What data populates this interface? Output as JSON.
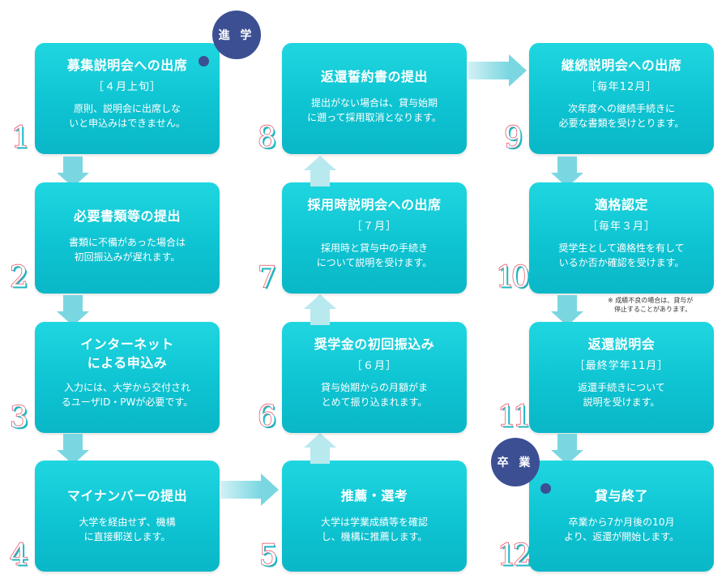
{
  "badges": {
    "start": "進 学",
    "end": "卒 業"
  },
  "steps": [
    {
      "number": "1",
      "title": "募集説明会への出席",
      "period": "［４月上旬］",
      "desc": "原則、説明会に出席しな\nいと申込みはできません。"
    },
    {
      "number": "2",
      "title": "必要書類等の提出",
      "period": "",
      "desc": "書類に不備があった場合は\n初回振込みが遅れます。"
    },
    {
      "number": "3",
      "title": "インターネット\nによる申込み",
      "period": "",
      "desc": "入力には、大学から交付され\nるユーザID・PWが必要です。"
    },
    {
      "number": "4",
      "title": "マイナンバーの提出",
      "period": "",
      "desc": "大学を経由せず、機構\nに直接郵送します。"
    },
    {
      "number": "5",
      "title": "推薦・選考",
      "period": "",
      "desc": "大学は学業成績等を確認\nし、機構に推薦します。"
    },
    {
      "number": "6",
      "title": "奨学金の初回振込み",
      "period": "［６月］",
      "desc": "貸与始期からの月額がま\nとめて振り込まれます。"
    },
    {
      "number": "7",
      "title": "採用時説明会への出席",
      "period": "［７月］",
      "desc": "採用時と貸与中の手続き\nについて説明を受けます。"
    },
    {
      "number": "8",
      "title": "返還誓約書の提出",
      "period": "",
      "desc": "提出がない場合は、貸与始期\nに遡って採用取消となります。"
    },
    {
      "number": "9",
      "title": "継続説明会への出席",
      "period": "［毎年12月］",
      "desc": "次年度への継続手続きに\n必要な書類を受けとります。"
    },
    {
      "number": "10",
      "title": "適格認定",
      "period": "［毎年３月］",
      "desc": "奨学生として適格性を有して\nいるか否か確認を受けます。"
    },
    {
      "number": "11",
      "title": "返還説明会",
      "period": "［最終学年11月］",
      "desc": "返還手続きについて\n説明を受けます。"
    },
    {
      "number": "12",
      "title": "貸与終了",
      "period": "",
      "desc": "卒業から7か月後の10月\nより、返還が開始します。"
    }
  ],
  "note": "※ 成績不良の場合は、貸与が\n　停止することがあります。",
  "colors": {
    "box": "#16cbd7",
    "arrow": "#7ad7e2",
    "arrow_light": "#b8e9ef",
    "number_outline": "#e0455a",
    "badge": "#3c4f93"
  }
}
